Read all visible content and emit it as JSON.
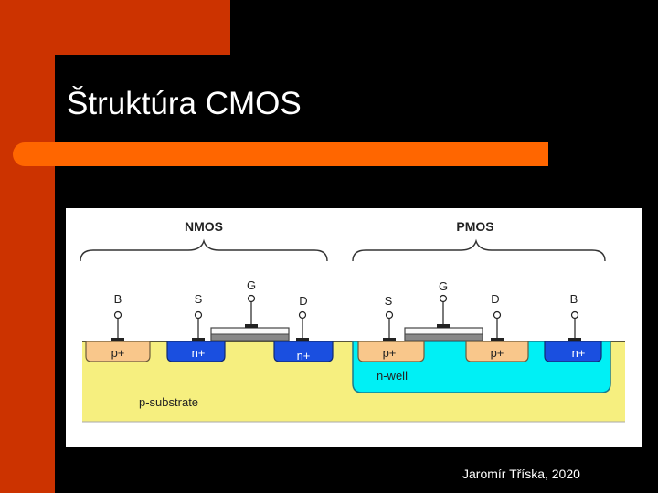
{
  "slide": {
    "title": "Štruktúra CMOS",
    "footer": "Jaromír Tříska, 2020",
    "colors": {
      "accent_dark": "#cc3300",
      "accent_orange": "#ff6600",
      "background": "#000000"
    }
  },
  "diagram": {
    "nmos_label": "NMOS",
    "pmos_label": "PMOS",
    "nmos_terminals": {
      "b": "B",
      "s": "S",
      "g": "G",
      "d": "D"
    },
    "pmos_terminals": {
      "s": "S",
      "g": "G",
      "d": "D",
      "b": "B"
    },
    "regions": {
      "nmos_b": "p+",
      "nmos_s": "n+",
      "nmos_d": "n+",
      "pmos_s": "p+",
      "pmos_d": "p+",
      "pmos_b": "n+",
      "nwell": "n-well",
      "substrate": "p-substrate"
    },
    "colors": {
      "substrate": "#f6ef7f",
      "nwell": "#00f0f5",
      "p_plus": "#f9c78b",
      "n_plus": "#1a4fe0",
      "gate": "#888888"
    }
  }
}
